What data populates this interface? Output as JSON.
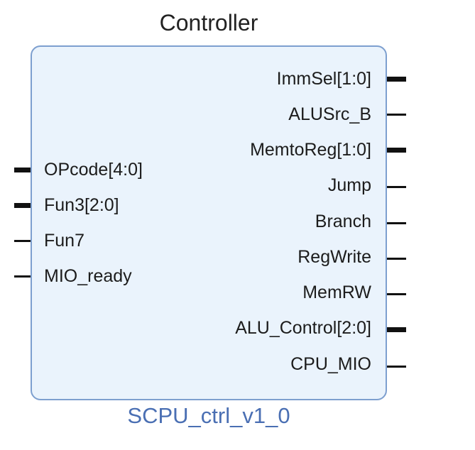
{
  "block": {
    "title": "Controller",
    "name": "SCPU_ctrl_v1_0",
    "fill_color": "#eaf3fc",
    "border_color": "#7d9fcf",
    "name_color": "#4a6fb3"
  },
  "inputs": [
    {
      "label": "OPcode[4:0]",
      "bus": true
    },
    {
      "label": "Fun3[2:0]",
      "bus": true
    },
    {
      "label": "Fun7",
      "bus": false
    },
    {
      "label": "MIO_ready",
      "bus": false
    }
  ],
  "outputs": [
    {
      "label": "ImmSel[1:0]",
      "bus": true
    },
    {
      "label": "ALUSrc_B",
      "bus": false
    },
    {
      "label": "MemtoReg[1:0]",
      "bus": true
    },
    {
      "label": "Jump",
      "bus": false
    },
    {
      "label": "Branch",
      "bus": false
    },
    {
      "label": "RegWrite",
      "bus": false
    },
    {
      "label": "MemRW",
      "bus": false
    },
    {
      "label": "ALU_Control[2:0]",
      "bus": true
    },
    {
      "label": "CPU_MIO",
      "bus": false
    }
  ]
}
